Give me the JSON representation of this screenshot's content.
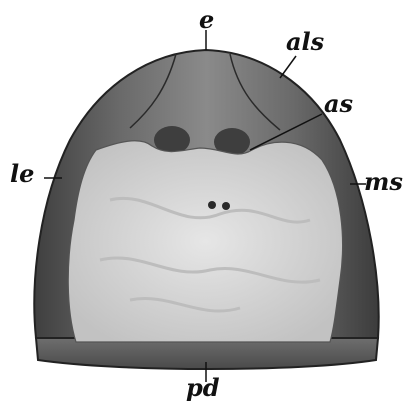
{
  "figure": {
    "labels": {
      "e": "e",
      "als": "als",
      "as": "as",
      "le": "le",
      "ms": "ms",
      "pd": "pd"
    }
  }
}
